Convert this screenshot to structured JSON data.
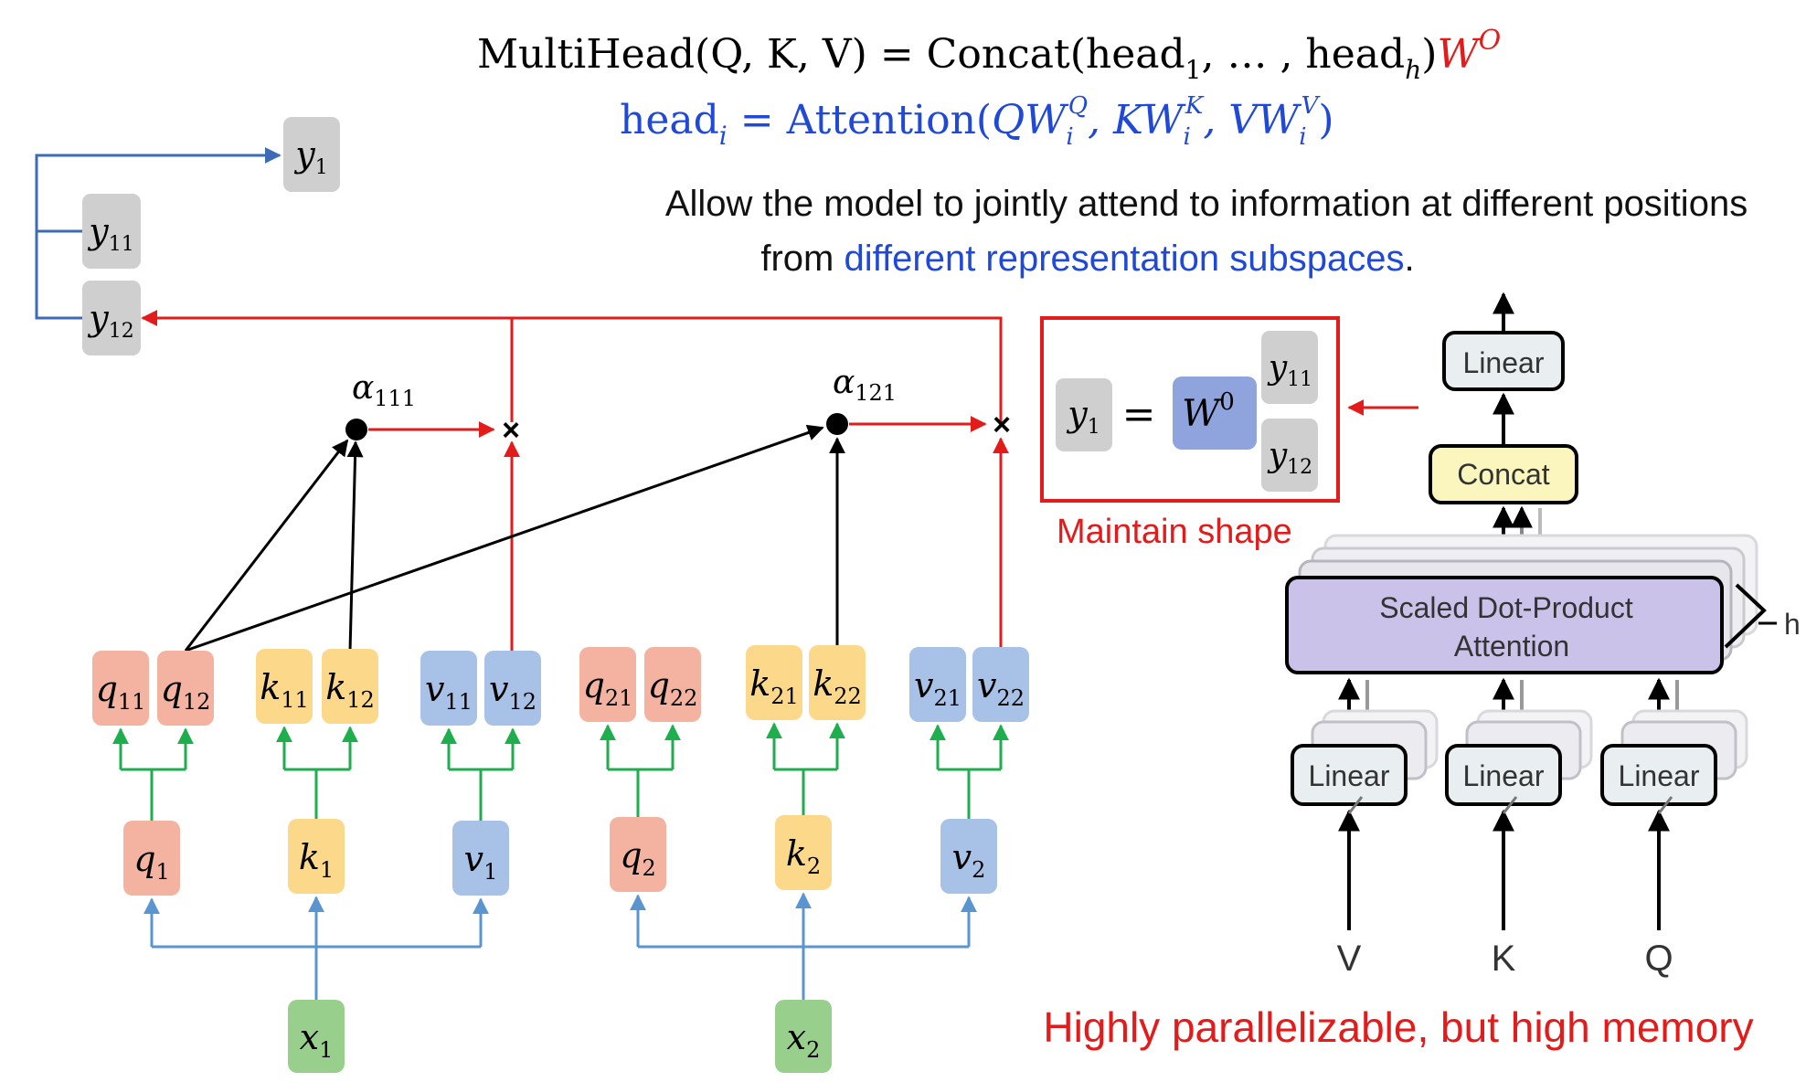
{
  "formula": {
    "line1": {
      "lhs": "MultiHead(Q, K, V) = Concat(head",
      "sub1": "1",
      "mid": ", … , head",
      "subh": "h",
      "close": ")",
      "w": "W",
      "wsup": "O"
    },
    "line2": {
      "head": "head",
      "headsub": "i",
      "eq": " = Attention(",
      "q": "QW",
      "qsub": "i",
      "qsup": "Q",
      "k": ", KW",
      "ksub": "i",
      "ksup": "K",
      "v": ", VW",
      "vsub": "i",
      "vsup": "V",
      "close": ")"
    }
  },
  "caption": {
    "line1": "Allow the model to jointly attend to information at different positions",
    "line2_prefix": "from ",
    "line2_highlight": "different representation subspaces",
    "line2_suffix": "."
  },
  "nodes": {
    "y1": "y",
    "y1_sub": "1",
    "y11": "y",
    "y11_sub": "11",
    "y12": "y",
    "y12_sub": "12",
    "alpha111": "α",
    "alpha111_sub": "111",
    "alpha121": "α",
    "alpha121_sub": "121",
    "inputs": [
      {
        "sym": "x",
        "sub": "1"
      },
      {
        "sym": "x",
        "sub": "2"
      }
    ],
    "level1": [
      {
        "sym": "q",
        "sub": "1"
      },
      {
        "sym": "k",
        "sub": "1"
      },
      {
        "sym": "v",
        "sub": "1"
      },
      {
        "sym": "q",
        "sub": "2"
      },
      {
        "sym": "k",
        "sub": "2"
      },
      {
        "sym": "v",
        "sub": "2"
      }
    ],
    "level2": [
      {
        "sym": "q",
        "sub": "11"
      },
      {
        "sym": "q",
        "sub": "12"
      },
      {
        "sym": "k",
        "sub": "11"
      },
      {
        "sym": "k",
        "sub": "12"
      },
      {
        "sym": "v",
        "sub": "11"
      },
      {
        "sym": "v",
        "sub": "12"
      },
      {
        "sym": "q",
        "sub": "21"
      },
      {
        "sym": "q",
        "sub": "22"
      },
      {
        "sym": "k",
        "sub": "21"
      },
      {
        "sym": "k",
        "sub": "22"
      },
      {
        "sym": "v",
        "sub": "21"
      },
      {
        "sym": "v",
        "sub": "22"
      }
    ]
  },
  "output_box": {
    "y1": "y",
    "y1_sub": "1",
    "eq": "=",
    "w": "W",
    "wsup": "0",
    "y11": "y",
    "y11_sub": "11",
    "y12": "y",
    "y12_sub": "12",
    "label": "Maintain shape"
  },
  "transformer": {
    "linear_top": "Linear",
    "concat": "Concat",
    "attention_line1": "Scaled Dot-Product",
    "attention_line2": "Attention",
    "h_label": "h",
    "linear_v": "Linear",
    "linear_k": "Linear",
    "linear_q": "Linear",
    "input_v": "V",
    "input_k": "K",
    "input_q": "Q"
  },
  "footer": "Highly parallelizable, but high memory",
  "colors": {
    "query": "#f3b3a0",
    "key": "#fcd98a",
    "value": "#a8c1e6",
    "input": "#98cf8d",
    "output": "#cfcfcf",
    "weight": "#8fa3dc",
    "arrow_blue": "#5b95cf",
    "arrow_green": "#1fae4e",
    "arrow_red": "#e31b1b",
    "text_blue": "#1f49d6",
    "attention_fill": "#cbc2ea",
    "concat_fill": "#faf6be"
  }
}
